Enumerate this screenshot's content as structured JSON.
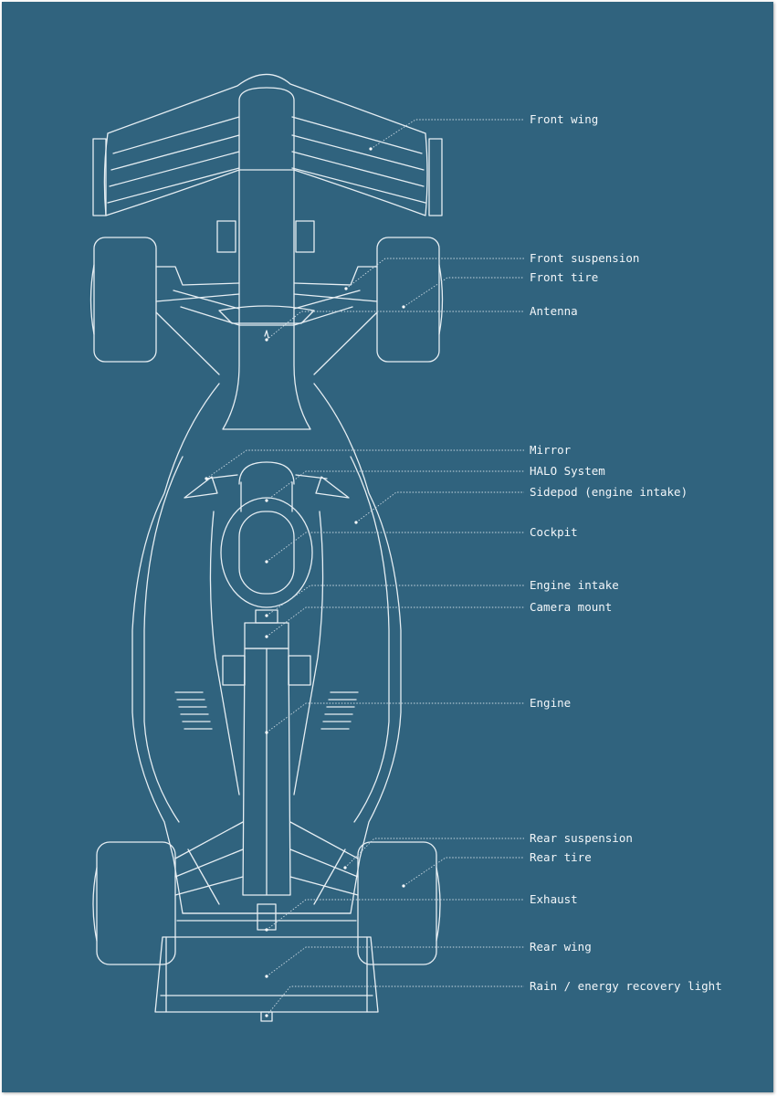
{
  "background_color": "#30637e",
  "line_color": "#e6eef3",
  "labels": [
    {
      "id": "front-wing",
      "text": "Front wing"
    },
    {
      "id": "front-suspension",
      "text": "Front suspension"
    },
    {
      "id": "front-tire",
      "text": "Front tire"
    },
    {
      "id": "antenna",
      "text": "Antenna"
    },
    {
      "id": "mirror",
      "text": "Mirror"
    },
    {
      "id": "halo-system",
      "text": "HALO System"
    },
    {
      "id": "sidepod",
      "text": "Sidepod (engine intake)"
    },
    {
      "id": "cockpit",
      "text": "Cockpit"
    },
    {
      "id": "engine-intake",
      "text": "Engine intake"
    },
    {
      "id": "camera-mount",
      "text": "Camera mount"
    },
    {
      "id": "engine",
      "text": "Engine"
    },
    {
      "id": "rear-suspension",
      "text": "Rear suspension"
    },
    {
      "id": "rear-tire",
      "text": "Rear tire"
    },
    {
      "id": "exhaust",
      "text": "Exhaust"
    },
    {
      "id": "rear-wing",
      "text": "Rear wing"
    },
    {
      "id": "rain-light",
      "text": "Rain / energy recovery light"
    }
  ]
}
